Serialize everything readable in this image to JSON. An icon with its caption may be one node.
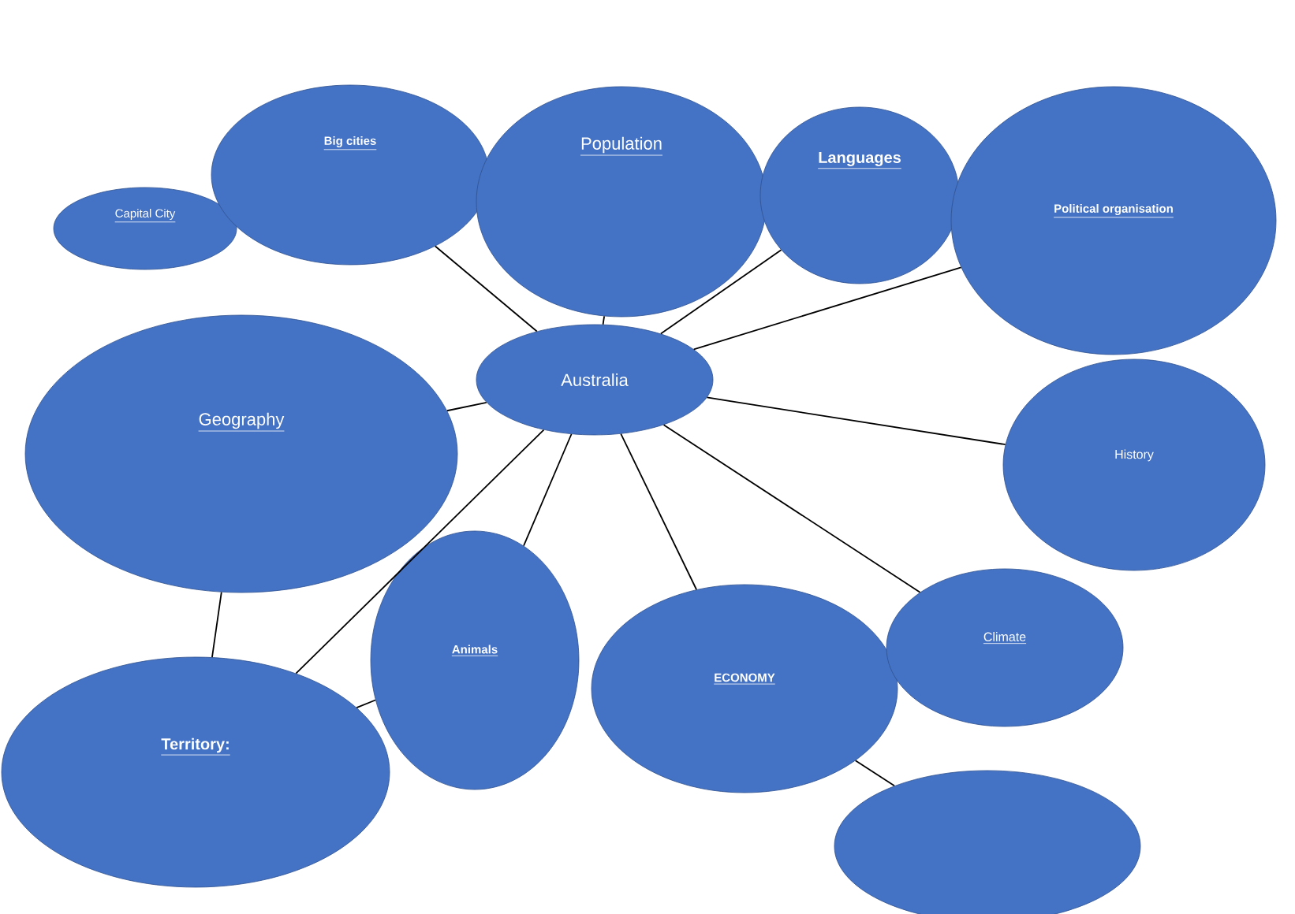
{
  "diagram": {
    "nodes": [
      {
        "text": [
          "Australia"
        ]
      },
      {
        "text": [
          "Capital City"
        ]
      },
      {
        "text": [
          "Big cities"
        ]
      },
      {
        "text": [
          "Population"
        ]
      },
      {
        "text": [
          "Languages"
        ]
      },
      {
        "text": [
          "Political organisation"
        ]
      },
      {
        "text": [
          "Geography"
        ]
      },
      {
        "text": [
          "History"
        ]
      },
      {
        "text": [
          "Territory:"
        ]
      },
      {
        "text": [
          "Animals"
        ]
      },
      {
        "text": [
          "ECONOMY"
        ]
      },
      {
        "text": [
          "Climate"
        ]
      },
      {
        "text": [],
        "shape": "circle"
      }
    ],
    "edges": [
      {
        "from": 0,
        "to": 2,
        "arrow": "none"
      },
      {
        "from": 0,
        "to": 3,
        "arrow": "none"
      },
      {
        "from": 0,
        "to": 4,
        "arrow": "none"
      },
      {
        "from": 0,
        "to": 5,
        "arrow": "none"
      },
      {
        "from": 0,
        "to": 6,
        "arrow": "none"
      },
      {
        "from": 0,
        "to": 7,
        "arrow": "none"
      },
      {
        "from": 0,
        "to": 8,
        "arrow": "none"
      },
      {
        "from": 0,
        "to": 9,
        "arrow": "none"
      },
      {
        "from": 0,
        "to": 10,
        "arrow": "none"
      },
      {
        "from": 0,
        "to": 11,
        "arrow": "none"
      },
      {
        "from": 6,
        "to": 8,
        "arrow": "none"
      },
      {
        "from": 8,
        "to": 9,
        "arrow": "none"
      },
      {
        "from": 10,
        "to": 12,
        "arrow": "none"
      }
    ]
  }
}
